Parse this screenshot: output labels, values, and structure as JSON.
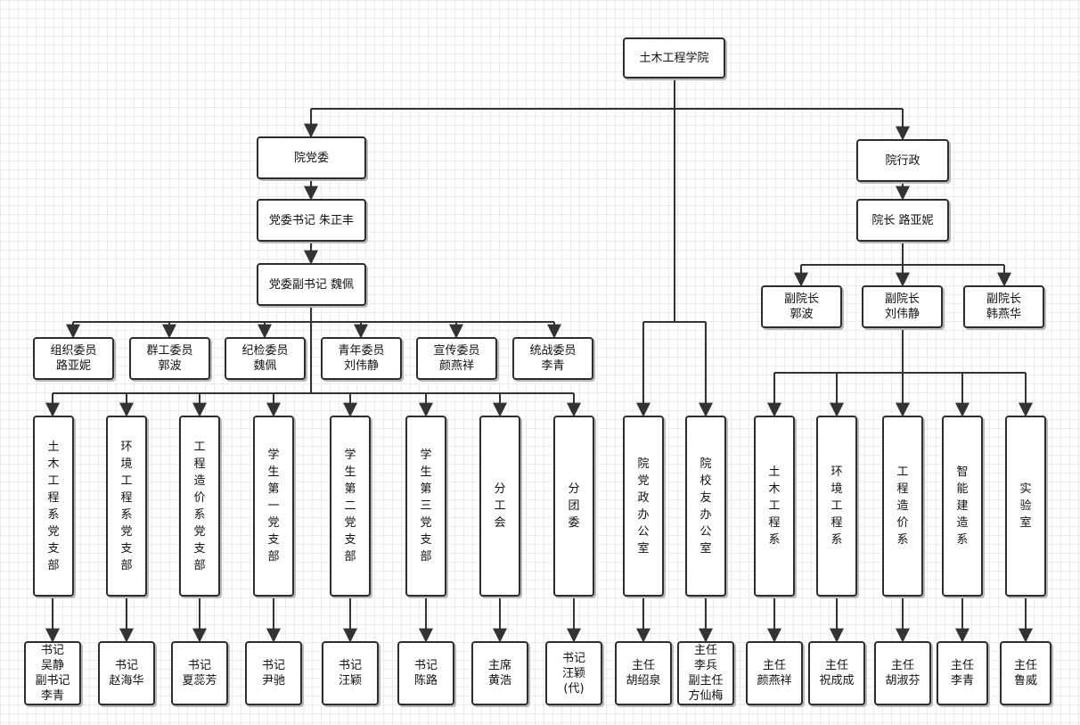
{
  "root": "土木工程学院",
  "party": {
    "title": "院党委",
    "secretary": "党委书记  朱正丰",
    "deputy": "党委副书记  魏佩",
    "committee": [
      "组织委员\n路亚妮",
      "群工委员\n郭波",
      "纪检委员\n魏佩",
      "青年委员\n刘伟静",
      "宣传委员\n颜燕祥",
      "统战委员\n李青"
    ],
    "branches": [
      {
        "name": "土木工程系党支部",
        "leader": "书记\n吴静\n副书记\n李青"
      },
      {
        "name": "环境工程系党支部",
        "leader": "书记\n赵海华"
      },
      {
        "name": "工程造价系党支部",
        "leader": "书记\n夏蕊芳"
      },
      {
        "name": "学生第一党支部",
        "leader": "书记\n尹驰"
      },
      {
        "name": "学生第二党支部",
        "leader": "书记\n汪颖"
      },
      {
        "name": "学生第三党支部",
        "leader": "书记\n陈路"
      },
      {
        "name": "分工会",
        "leader": "主席\n黄浩"
      },
      {
        "name": "分团委",
        "leader": "书记\n汪颖\n(代)"
      }
    ]
  },
  "offices": [
    {
      "name": "院党政办公室",
      "leader": "主任\n胡绍泉"
    },
    {
      "name": "院校友办公室",
      "leader": "主任\n李兵\n副主任\n方仙梅"
    }
  ],
  "admin": {
    "title": "院行政",
    "dean": "院长  路亚妮",
    "vice_deans": [
      "副院长\n郭波",
      "副院长\n刘伟静",
      "副院长\n韩燕华"
    ],
    "departments": [
      {
        "name": "土木工程系",
        "leader": "主任\n颜燕祥"
      },
      {
        "name": "环境工程系",
        "leader": "主任\n祝成成"
      },
      {
        "name": "工程造价系",
        "leader": "主任\n胡淑芬"
      },
      {
        "name": "智能建造系",
        "leader": "主任\n李青"
      },
      {
        "name": "实验室",
        "leader": "主任\n鲁威"
      }
    ]
  }
}
